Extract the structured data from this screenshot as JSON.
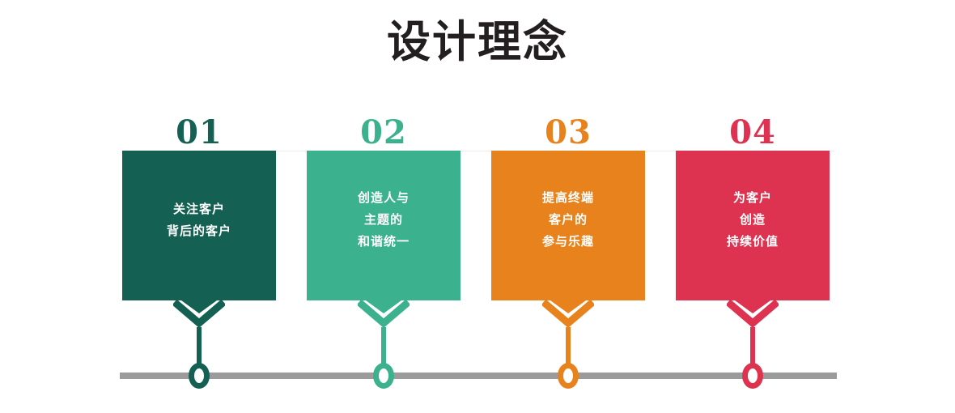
{
  "header": {
    "title": "设计理念"
  },
  "theme": {
    "timeline_color": "#9b9b9b",
    "top_rule_color": "#ededed",
    "title_color": "#231f20",
    "card_text_color": "#ffffff"
  },
  "steps": [
    {
      "number": "01",
      "color": "#146153",
      "lines": [
        "关注客户",
        "背后的客户"
      ]
    },
    {
      "number": "02",
      "color": "#3bb18d",
      "lines": [
        "创造人与",
        "主题的",
        "和谐统一"
      ]
    },
    {
      "number": "03",
      "color": "#e8821c",
      "lines": [
        "提高终端",
        "客户的",
        "参与乐趣"
      ]
    },
    {
      "number": "04",
      "color": "#dd3350",
      "lines": [
        "为客户",
        "创造",
        "持续价值"
      ]
    }
  ]
}
